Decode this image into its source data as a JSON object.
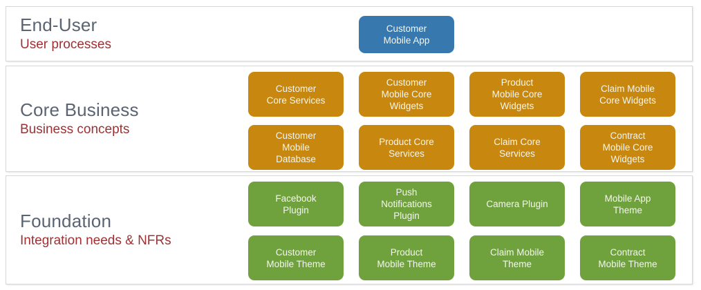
{
  "diagram": {
    "type": "layered-architecture",
    "background": "#ffffff"
  },
  "colors": {
    "layer_border": "#d7d7d7",
    "layer_title": "#5a6472",
    "layer_subtitle": "#9e3033",
    "box_text": "#f3f6ef",
    "end_user_box": "#3779af",
    "core_business_box": "#c8870e",
    "foundation_box": "#6fa23c"
  },
  "layers": [
    {
      "name": "end-user",
      "title": "End-User",
      "subtitle": "User processes",
      "box_color": "#3779af",
      "boxes": [
        {
          "label": "Customer Mobile App",
          "lines": [
            "Customer",
            "Mobile App"
          ],
          "col": 2
        }
      ]
    },
    {
      "name": "core-business",
      "title": "Core Business",
      "subtitle": "Business concepts",
      "box_color": "#c8870e",
      "boxes": [
        {
          "label": "Customer Core Services",
          "lines": [
            "Customer",
            "Core Services"
          ]
        },
        {
          "label": "Customer Mobile Core Widgets",
          "lines": [
            "Customer",
            "Mobile Core",
            "Widgets"
          ]
        },
        {
          "label": "Product Mobile Core Widgets",
          "lines": [
            "Product",
            "Mobile Core",
            "Widgets"
          ]
        },
        {
          "label": "Claim Mobile Core Widgets",
          "lines": [
            "Claim Mobile",
            "Core Widgets"
          ]
        },
        {
          "label": "Customer Mobile Database",
          "lines": [
            "Customer",
            "Mobile",
            "Database"
          ]
        },
        {
          "label": "Product Core Services",
          "lines": [
            "Product Core",
            "Services"
          ]
        },
        {
          "label": "Claim Core Services",
          "lines": [
            "Claim Core",
            "Services"
          ]
        },
        {
          "label": "Contract Mobile Core Widgets",
          "lines": [
            "Contract",
            "Mobile Core",
            "Widgets"
          ]
        }
      ]
    },
    {
      "name": "foundation",
      "title": "Foundation",
      "subtitle": "Integration needs & NFRs",
      "box_color": "#6fa23c",
      "boxes": [
        {
          "label": "Facebook Plugin",
          "lines": [
            "Facebook",
            "Plugin"
          ]
        },
        {
          "label": "Push Notifications Plugin",
          "lines": [
            "Push",
            "Notifications",
            "Plugin"
          ]
        },
        {
          "label": "Camera Plugin",
          "lines": [
            "Camera Plugin"
          ]
        },
        {
          "label": "Mobile App Theme",
          "lines": [
            "Mobile App",
            "Theme"
          ]
        },
        {
          "label": "Customer Mobile Theme",
          "lines": [
            "Customer",
            "Mobile Theme"
          ]
        },
        {
          "label": "Product Mobile Theme",
          "lines": [
            "Product",
            "Mobile Theme"
          ]
        },
        {
          "label": "Claim Mobile Theme",
          "lines": [
            "Claim Mobile",
            "Theme"
          ]
        },
        {
          "label": "Contract Mobile Theme",
          "lines": [
            "Contract",
            "Mobile Theme"
          ]
        }
      ]
    }
  ]
}
